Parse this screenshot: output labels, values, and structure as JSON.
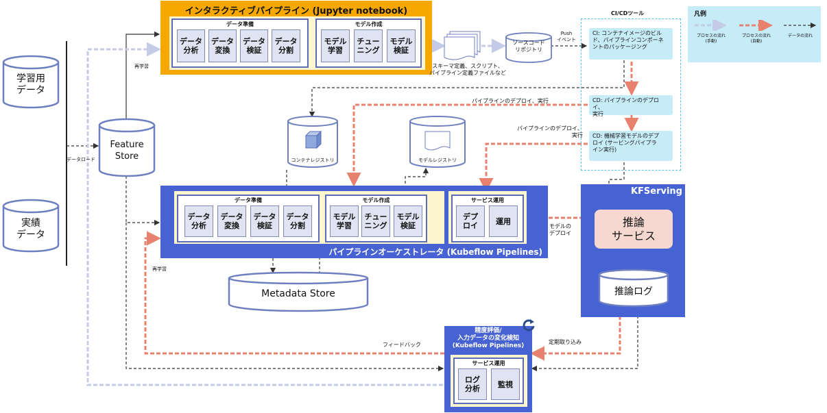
{
  "jupyter": {
    "title": "インタラクティブパイプライン (Jupyter notebook)",
    "prep_title": "データ準備",
    "prep_items": [
      "データ\n分析",
      "データ\n変換",
      "データ\n検証",
      "データ\n分割"
    ],
    "model_title": "モデル作成",
    "model_items": [
      "モデル\n学習",
      "チュー\nニング",
      "モデル\n検証"
    ],
    "relearn": "再学習"
  },
  "artifacts": {
    "files_label": "スキーマ定義、スクリプト、\nパイプライン定義ファイルなど",
    "source_repo": "ソースコード\nリポジトリ",
    "push_event": "Push\nイベント"
  },
  "cicd": {
    "title": "CI/CDツール",
    "ci": "CI: コンテナイメージのビル\nド、パイプラインコンポーネ\nントのパッケージング",
    "cd1": "CD: パイプラインのデプロイ、\n実行",
    "cd2": "CD: 機械学習モデルのデプ\nロイ (サービングパイプラ\nイン実行)"
  },
  "legend": {
    "title": "凡例",
    "manual": "プロセスの流れ\n(手動)",
    "auto": "プロセスの流れ\n(自動)",
    "data": "データの流れ"
  },
  "left": {
    "train_data": "学習用\nデータ",
    "actual_data": "実績\nデータ",
    "data_load": "データロード",
    "feature_store": "Feature\nStore"
  },
  "middle": {
    "container_registry": "コンテナレジストリ",
    "model_registry": "モデルレジストリ",
    "deploy_run_1": "パイプラインのデプロイ、実行",
    "deploy_run_2": "パイプラインのデプロイ、\n実行"
  },
  "orchestrator": {
    "title": "パイプラインオーケストレータ (Kubeflow Pipelines)",
    "prep_title": "データ準備",
    "prep_items": [
      "データ\n分析",
      "データ\n変換",
      "データ\n検証",
      "データ\n分割"
    ],
    "model_title": "モデル作成",
    "model_items": [
      "モデル\n学習",
      "チュー\nニング",
      "モデル\n検証"
    ],
    "serve_title": "サービス運用",
    "serve_items": [
      "デプ\nロイ",
      "運用"
    ]
  },
  "model_deploy": "モデルの\nデプロイ",
  "metadata_store": "Metadata Store",
  "kfserving": {
    "title": "KFServing",
    "inference": "推論\nサービス",
    "inference_log": "推論ログ"
  },
  "monitor": {
    "title": "精度評価/\n入力データの変化検知\n(Kubeflow Pipelines)",
    "serve_title": "サービス運用",
    "items": [
      "ログ\n分析",
      "監視"
    ]
  },
  "feedback": "フィードバック",
  "periodic": "定期取り込み",
  "relearn2": "再学習",
  "colors": {
    "orange": "#f6a800",
    "blue": "#4763d3",
    "cream": "#fdf6cf",
    "salmon": "#e8826f",
    "cyan": "#c6ecf8",
    "pink": "#f7d8d0"
  }
}
